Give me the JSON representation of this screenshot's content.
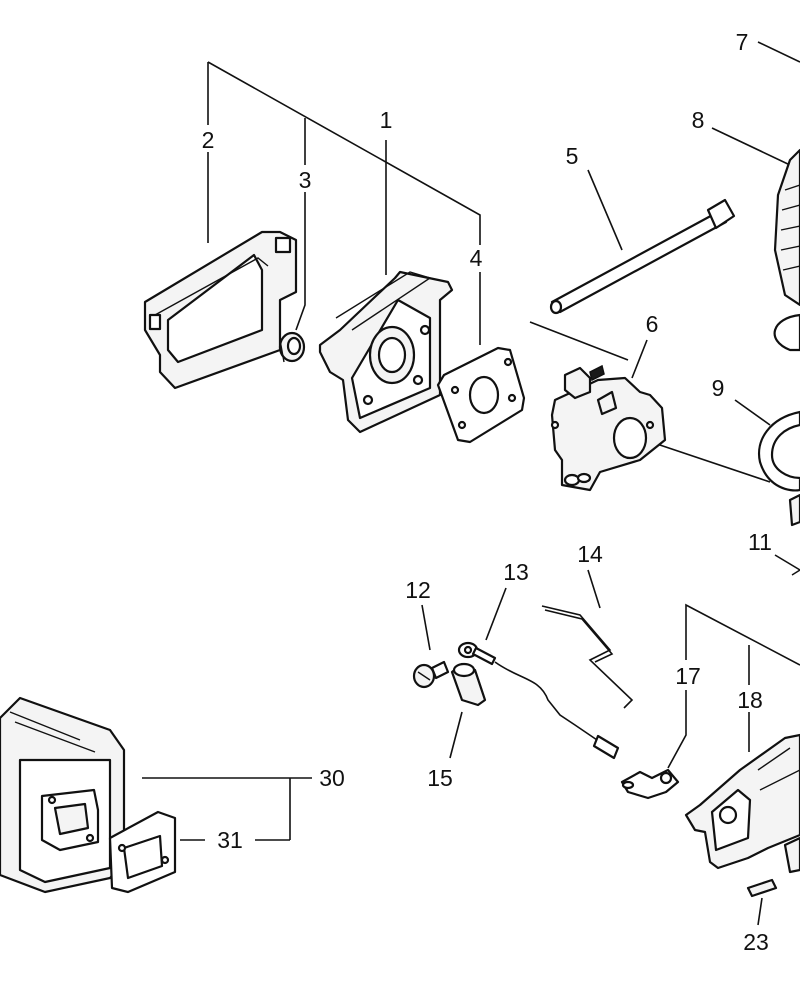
{
  "callouts": {
    "c1": "1",
    "c2": "2",
    "c3": "3",
    "c4": "4",
    "c5": "5",
    "c6": "6",
    "c7": "7",
    "c8": "8",
    "c9": "9",
    "c11": "11",
    "c12": "12",
    "c13": "13",
    "c14": "14",
    "c15": "15",
    "c17": "17",
    "c18": "18",
    "c23": "23",
    "c30": "30",
    "c31": "31"
  }
}
